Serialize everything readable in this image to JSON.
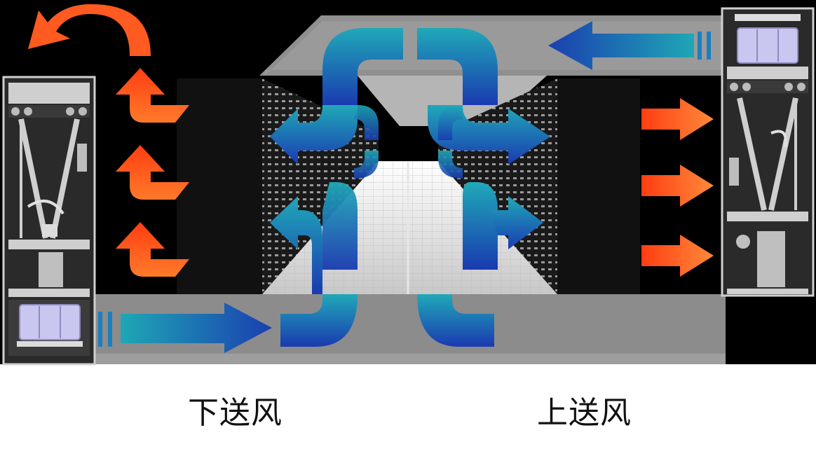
{
  "captions": {
    "downflow": "下送风",
    "upflow": "上送风"
  },
  "colors": {
    "background_dark": "#000000",
    "duct_gray": "#8c8c8c",
    "hot_air": "#ff4a1a",
    "cold_air_start": "#1f9fb8",
    "cold_air_end": "#1a3fa8",
    "unit_frame": "#d9d9d9",
    "fan_blue": "#c9c7f0"
  },
  "icons": [
    "hot-air-arrow",
    "cold-air-arrow",
    "fan-icon",
    "air-handler-unit",
    "server-rack"
  ]
}
